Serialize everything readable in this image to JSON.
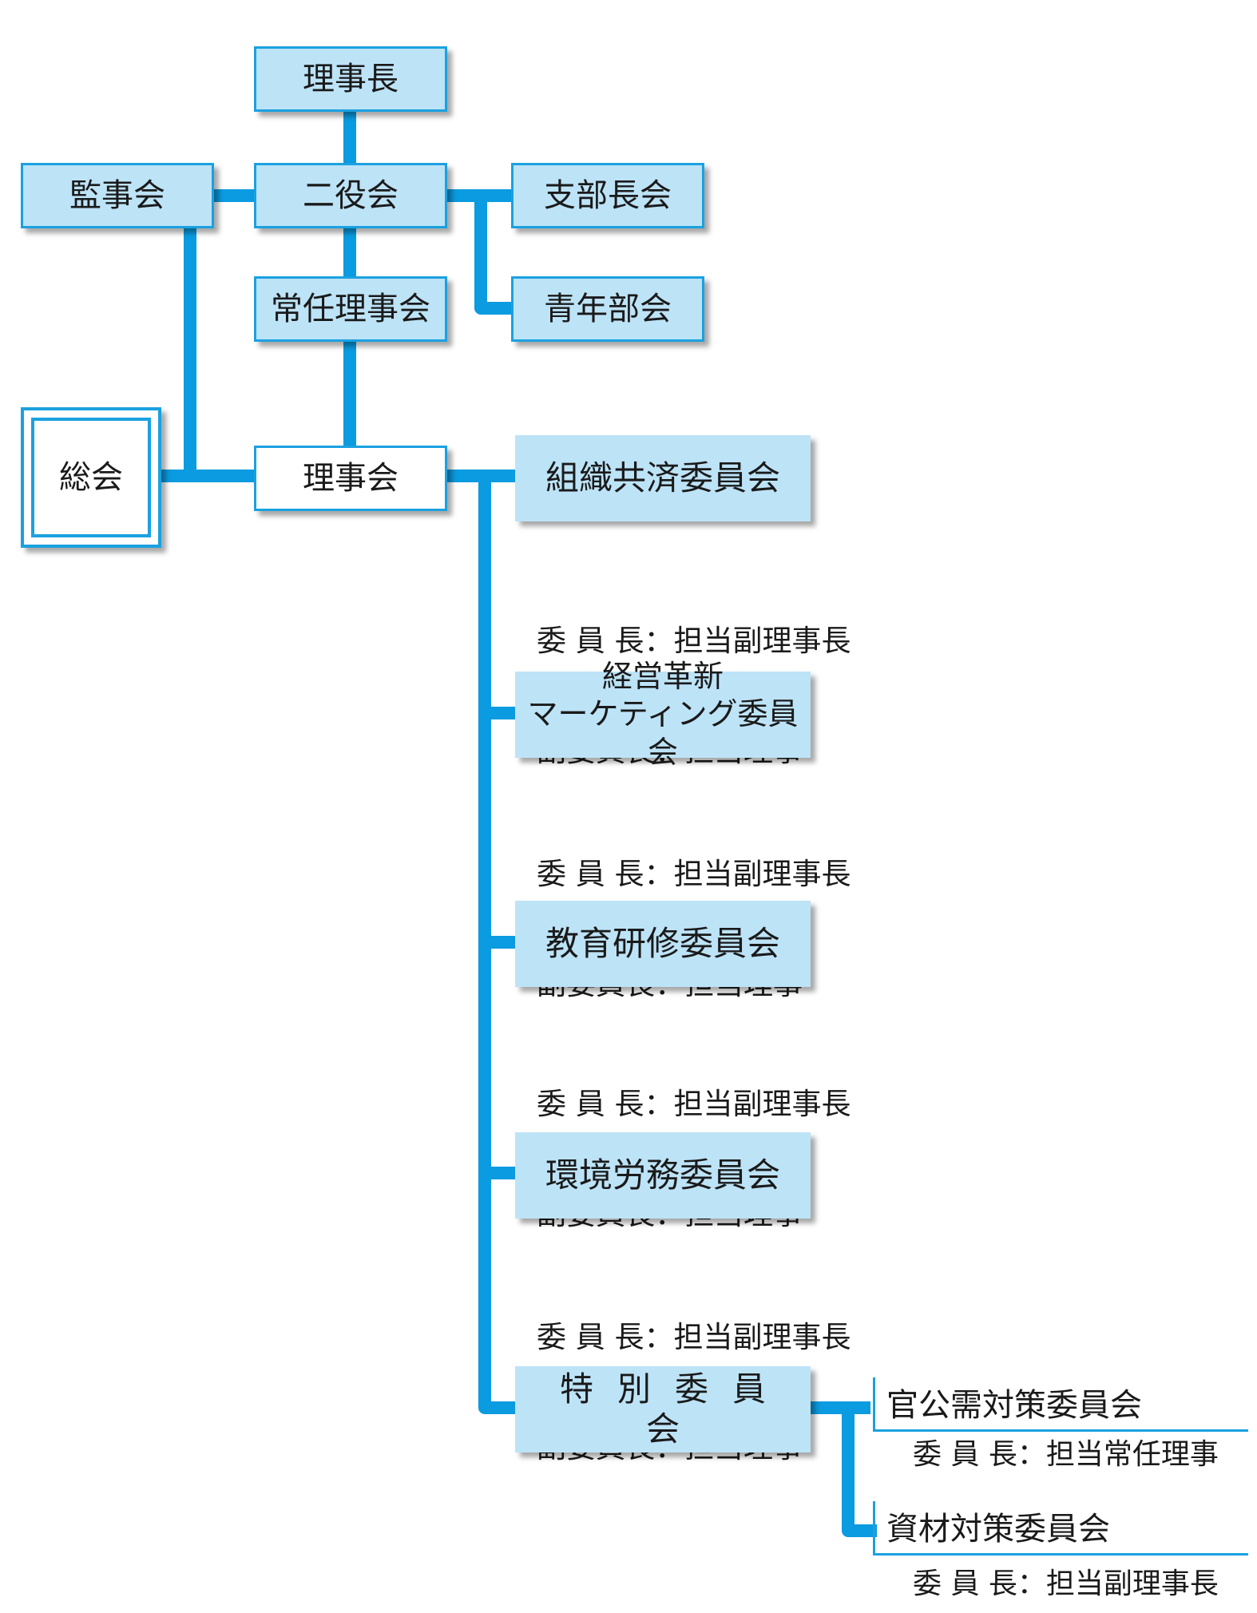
{
  "org": {
    "chairman": "理事長",
    "nieki": "二役会",
    "auditors": "監事会",
    "branch_chiefs": "支部長会",
    "youth": "青年部会",
    "standing": "常任理事会",
    "general": "総会",
    "board": "理事会"
  },
  "committees": [
    {
      "name_lines": [
        "組織共済委員会"
      ],
      "chair": "委 員 長：担当副理事長",
      "vice": "副委員長：担当理事"
    },
    {
      "name_lines": [
        "経営革新",
        "マーケティング委員会"
      ],
      "chair": "委 員 長：担当副理事長",
      "vice": "副委員長：担当理事"
    },
    {
      "name_lines": [
        "教育研修委員会"
      ],
      "chair": "委 員 長：担当副理事長",
      "vice": "副委員長：担当理事"
    },
    {
      "name_lines": [
        "環境労務委員会"
      ],
      "chair": "委 員 長：担当副理事長",
      "vice": "副委員長：担当理事"
    }
  ],
  "special": {
    "name": "特別委員会",
    "subs": [
      {
        "name": "官公需対策委員会",
        "chair": "委 員 長：担当常任理事"
      },
      {
        "name": "資材対策委員会",
        "chair": "委 員 長：担当副理事長"
      }
    ]
  },
  "colors": {
    "line": "#0b9be0",
    "box_fill": "#bde3f7",
    "box_border": "#1aa1e0"
  }
}
